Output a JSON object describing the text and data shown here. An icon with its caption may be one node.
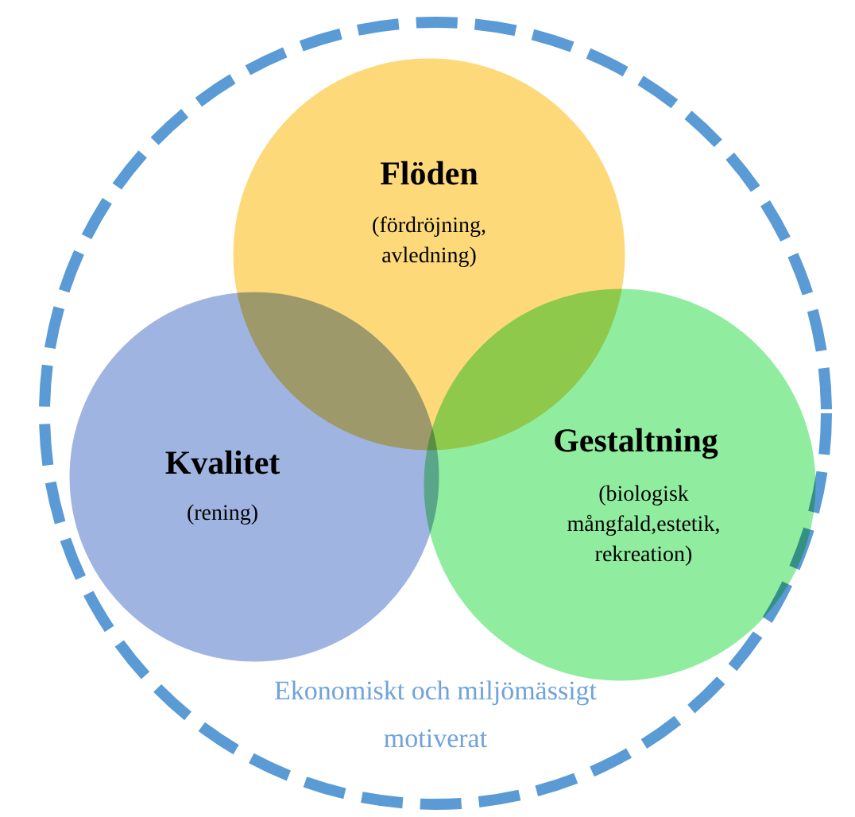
{
  "diagram": {
    "nodes": [
      {
        "text": [
          "Ekonomiskt och miljömässigt motiverat"
        ]
      },
      {
        "text": [
          "Flöden",
          "(fördröjning, avledning)"
        ],
        "in": 0
      },
      {
        "text": [
          "Kvalitet",
          "(rening)"
        ],
        "in": 0
      },
      {
        "text": [
          "Gestaltning",
          "(biologisk mångfald,estetik, rekreation)"
        ],
        "in": 0
      }
    ]
  }
}
